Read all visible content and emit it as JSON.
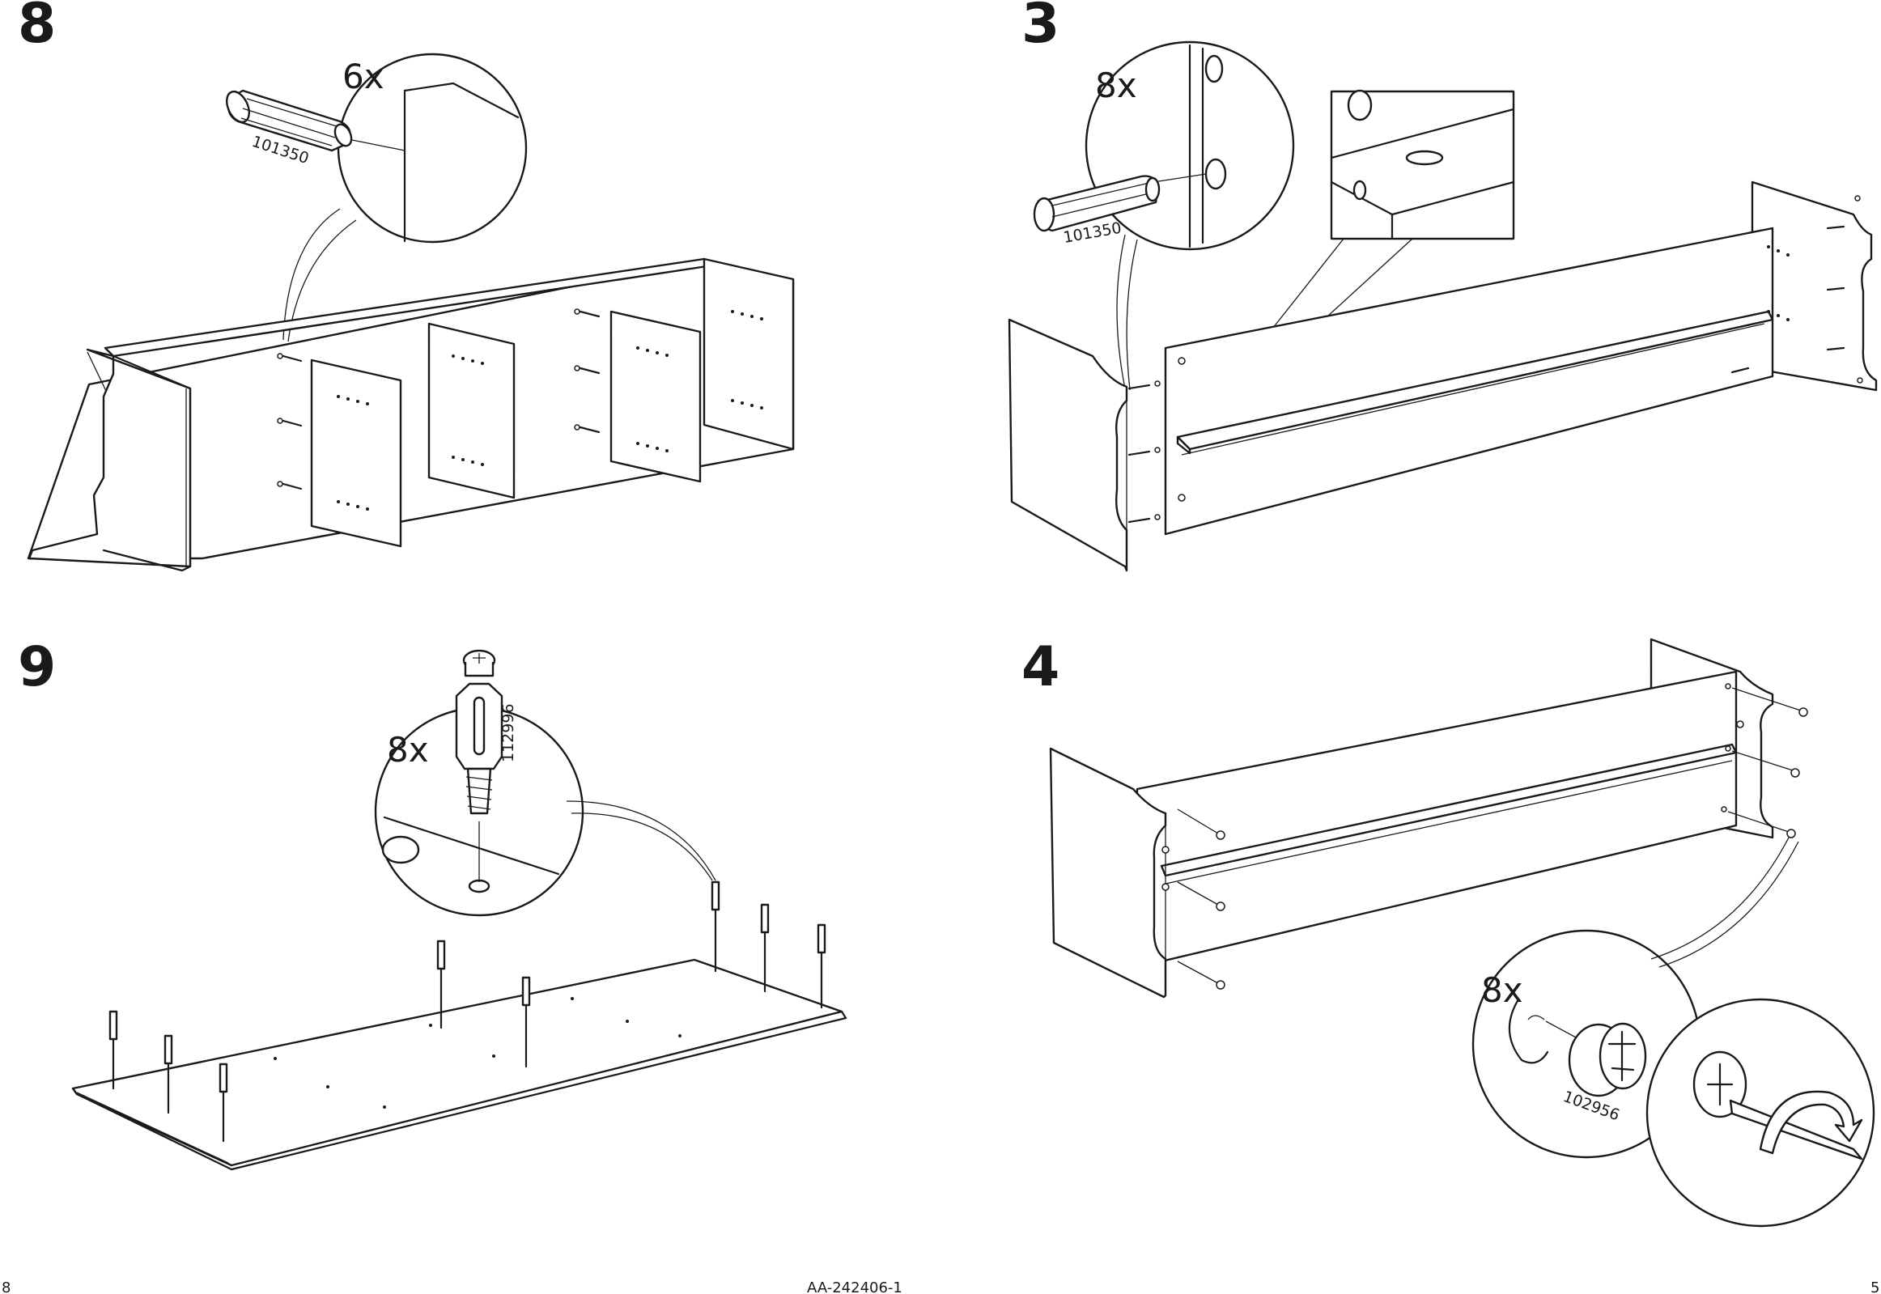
{
  "steps": [
    {
      "number": "8",
      "callouts": [
        {
          "qty": "6x",
          "part": "101350"
        }
      ]
    },
    {
      "number": "3",
      "callouts": [
        {
          "qty": "8x",
          "part": "101350"
        }
      ]
    },
    {
      "number": "9",
      "callouts": [
        {
          "qty": "8x",
          "part": "112996"
        }
      ]
    },
    {
      "number": "4",
      "callouts": [
        {
          "qty": "8x",
          "part": "102956"
        }
      ]
    }
  ],
  "footer": {
    "page_left": "8",
    "document_id": "AA-242406-1",
    "page_right": "5"
  }
}
